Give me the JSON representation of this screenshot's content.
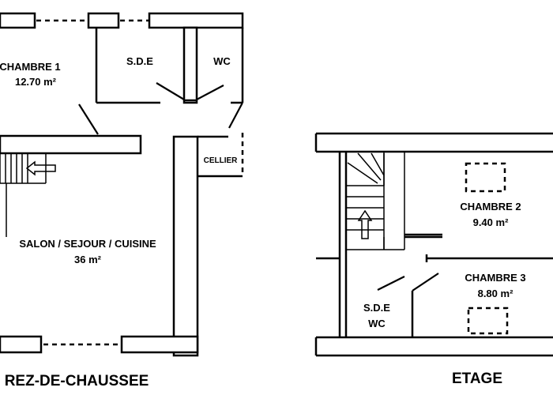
{
  "ground_floor": {
    "caption": "REZ-DE-CHAUSSEE",
    "rooms": {
      "chambre1": {
        "name": "CHAMBRE 1",
        "area": "12.70 m²"
      },
      "sde": {
        "name": "S.D.E"
      },
      "wc": {
        "name": "WC"
      },
      "cellier": {
        "name": "CELLIER"
      },
      "salon": {
        "name": "SALON / SEJOUR / CUISINE",
        "area": "36 m²"
      }
    }
  },
  "upper_floor": {
    "caption": "ETAGE",
    "rooms": {
      "chambre2": {
        "name": "CHAMBRE 2",
        "area": "9.40 m²"
      },
      "chambre3": {
        "name": "CHAMBRE 3",
        "area": "8.80 m²"
      },
      "sdewc": {
        "name": "S.D.E",
        "name2": "WC"
      }
    }
  }
}
